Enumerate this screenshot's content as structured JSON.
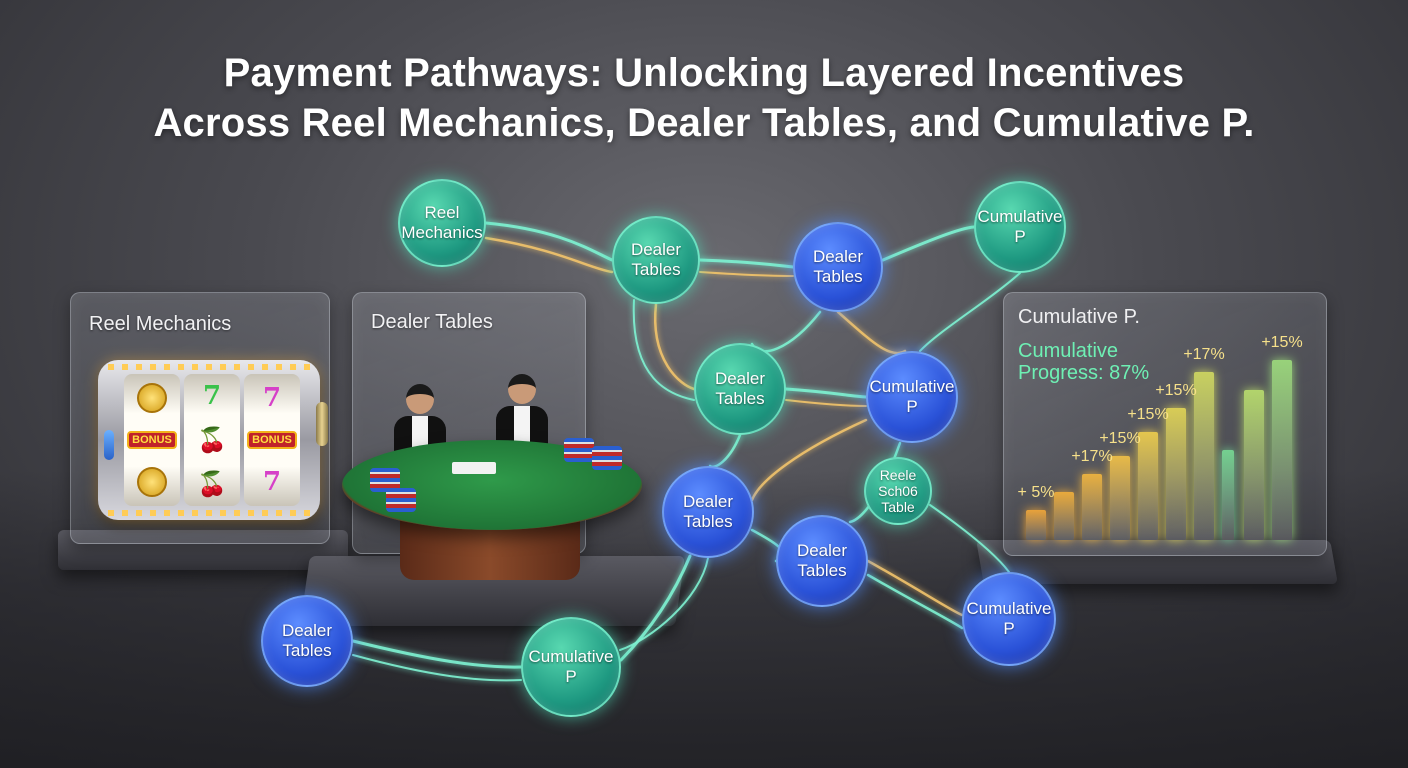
{
  "title": {
    "line1": "Payment Pathways: Unlocking Layered Incentives",
    "line2": "Across Reel Mechanics, Dealer Tables, and Cumulative P."
  },
  "panels": {
    "reel": {
      "label": "Reel Mechanics"
    },
    "dealer": {
      "label": "Dealer Tables"
    },
    "cumulative": {
      "label": "Cumulative P.",
      "progress_line1": "Cumulative",
      "progress_line2": "Progress: 87%"
    }
  },
  "slot": {
    "bonus_label": "BONUS"
  },
  "nodes": [
    {
      "id": "n1",
      "lines": [
        "Reel",
        "Mechanics"
      ],
      "color": "teal"
    },
    {
      "id": "n2",
      "lines": [
        "Dealer",
        "Tables"
      ],
      "color": "teal"
    },
    {
      "id": "n3",
      "lines": [
        "Dealer",
        "Tables"
      ],
      "color": "blue"
    },
    {
      "id": "n4",
      "lines": [
        "Cumulative P"
      ],
      "color": "teal"
    },
    {
      "id": "n5",
      "lines": [
        "Dealer",
        "Tables"
      ],
      "color": "teal"
    },
    {
      "id": "n6",
      "lines": [
        "Cumulative P"
      ],
      "color": "blue"
    },
    {
      "id": "n7",
      "lines": [
        "Dealer",
        "Tables"
      ],
      "color": "blue"
    },
    {
      "id": "n8",
      "lines": [
        "Reele",
        "Sch06",
        "Table"
      ],
      "color": "teal"
    },
    {
      "id": "n9",
      "lines": [
        "Dealer",
        "Tables"
      ],
      "color": "blue"
    },
    {
      "id": "n10",
      "lines": [
        "Cumulative P"
      ],
      "color": "blue"
    },
    {
      "id": "n11",
      "lines": [
        "Dealer",
        "Tables"
      ],
      "color": "blue"
    },
    {
      "id": "n12",
      "lines": [
        "Cumulative",
        "P"
      ],
      "color": "teal"
    }
  ],
  "chart_data": {
    "type": "bar",
    "title": "Cumulative P.",
    "labels": [
      "+ 5%",
      "+17%",
      "+15%",
      "+15%",
      "+15%",
      "+17%",
      "+15%"
    ],
    "values": [
      5,
      8,
      11,
      14,
      18,
      22,
      28,
      15,
      25,
      30
    ],
    "colors": [
      "#e8a23a",
      "#e8aa3c",
      "#e8b040",
      "#e8ba48",
      "#e4c64e",
      "#d8cc56",
      "#c8d060",
      "#74d090",
      "#b2d46c",
      "#98d27a"
    ]
  }
}
